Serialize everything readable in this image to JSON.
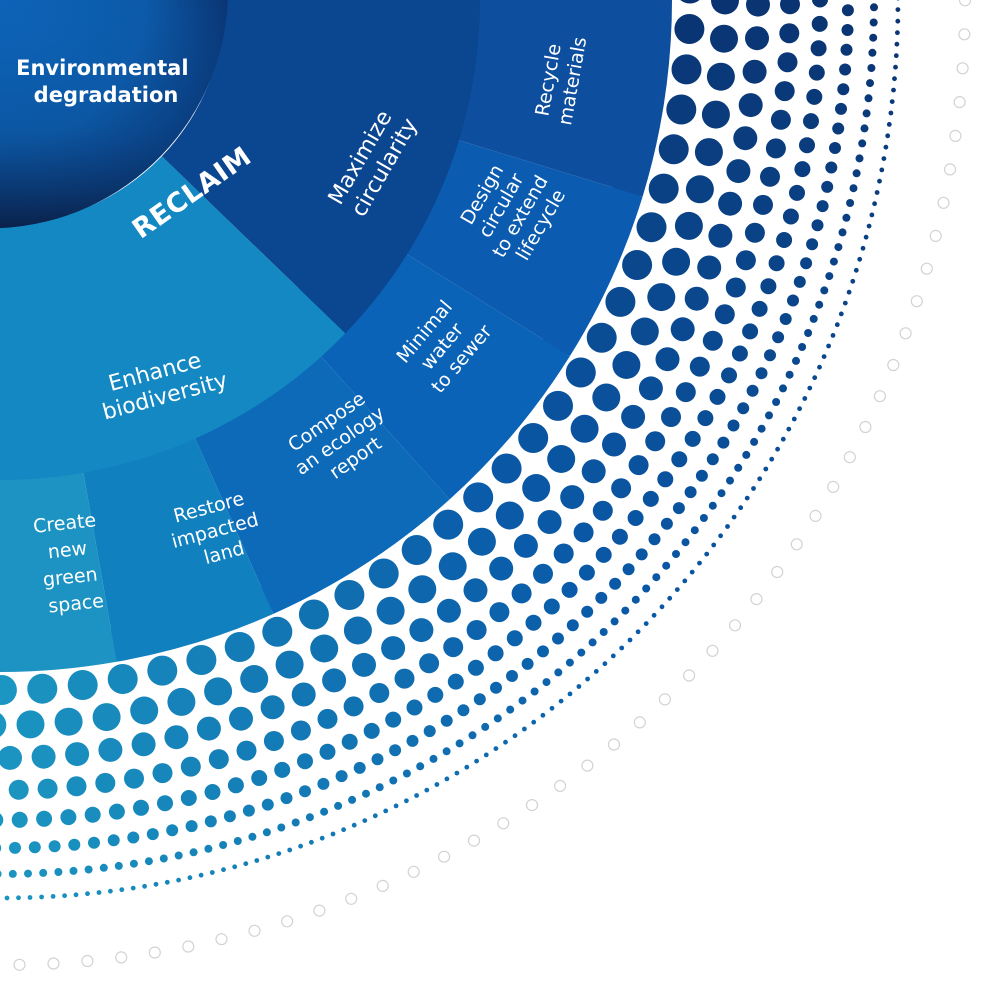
{
  "center": {
    "lines": [
      "Environmental",
      "degradation"
    ]
  },
  "section_title": "RECLAIM",
  "middle_ring": [
    {
      "id": "maximize-circularity",
      "lines": [
        "Maximize",
        "circularity"
      ]
    },
    {
      "id": "enhance-biodiversity",
      "lines": [
        "Enhance",
        "biodiversity"
      ]
    }
  ],
  "outer_ring": [
    {
      "id": "recycle-materials",
      "lines": [
        "Recycle",
        "materials"
      ]
    },
    {
      "id": "design-circular",
      "lines": [
        "Design",
        "circular",
        "to extend",
        "lifecycle"
      ]
    },
    {
      "id": "minimal-water",
      "lines": [
        "Minimal",
        "water",
        "to sewer"
      ]
    },
    {
      "id": "compose-ecology-report",
      "lines": [
        "Compose",
        "an ecology",
        "report"
      ]
    },
    {
      "id": "restore-impacted-land",
      "lines": [
        "Restore",
        "impacted",
        "land"
      ]
    },
    {
      "id": "create-green-space",
      "lines": [
        "Create",
        "new",
        "green",
        "space"
      ]
    }
  ],
  "colors": {
    "navy": "#0a2f6b",
    "blue": "#0a5aa8",
    "teal": "#1d9cc4",
    "outline": "#d3d3d3"
  }
}
